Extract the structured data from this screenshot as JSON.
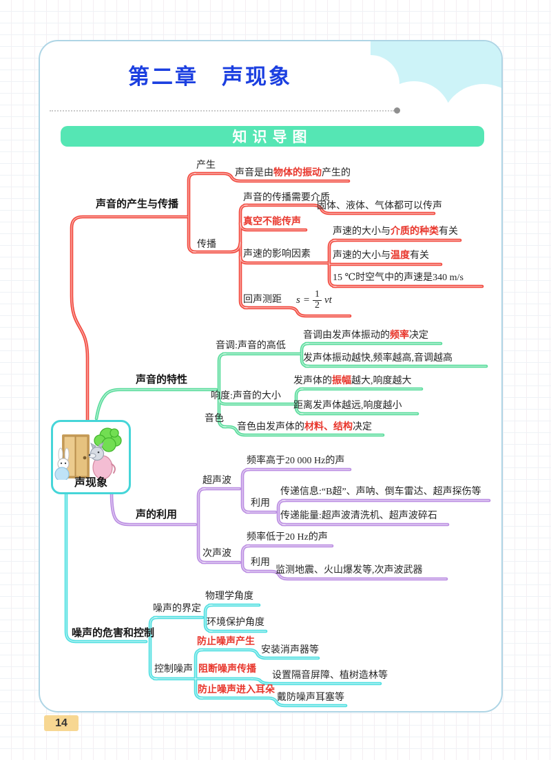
{
  "header": {
    "chapter_title": "第二章　声现象",
    "section_banner": "知识导图"
  },
  "page": {
    "number": "14"
  },
  "colors": {
    "title_blue": "#1b3fe0",
    "banner_green": "#55e6b4",
    "branch_red": "#f2483d",
    "branch_green": "#58dc9b",
    "branch_purple": "#bb8de2",
    "branch_cyan": "#4fdfe1",
    "highlight_red_text": "#e8352b"
  },
  "root": {
    "label": "声现象",
    "illustration": "wolf-knocking-rabbit-door-cartoon"
  },
  "b1": {
    "label": "声音的产生与传播",
    "chansheng": "产生",
    "leaf1": {
      "p1": "声音是由",
      "hl": "物体的振动",
      "p2": "产生的"
    },
    "chuanbo": "传播",
    "medium": "声音的传播需要介质",
    "medium_leaf": "固体、液体、气体都可以传声",
    "vacuum": "真空不能传声",
    "factors": "声速的影响因素",
    "f1": {
      "p1": "声速的大小与",
      "hl": "介质的种类",
      "p2": "有关"
    },
    "f2": {
      "p1": "声速的大小与",
      "hl": "温度",
      "p2": "有关"
    },
    "f3": "15 ℃时空气中的声速是340 m/s",
    "echo": "回声测距",
    "formula": {
      "lhs": "s",
      "eq": "=",
      "num": "1",
      "den": "2",
      "rhs": "vt"
    }
  },
  "b2": {
    "label": "声音的特性",
    "pitch": "音调:声音的高低",
    "pitch1": {
      "p1": "音调由发声体振动的",
      "hl": "频率",
      "p2": "决定"
    },
    "pitch2": "发声体振动越快,频率越高,音调越高",
    "loud": "响度:声音的大小",
    "loud1": {
      "p1": "发声体的",
      "hl": "振幅",
      "p2": "越大,响度越大"
    },
    "loud2": "距离发声体越远,响度越小",
    "timbre": "音色",
    "timbre1": {
      "p1": "音色由发声体的",
      "hl": "材料、结构",
      "p2": "决定"
    }
  },
  "b3": {
    "label": "声的利用",
    "ultra": "超声波",
    "ultra_def": "频率高于20 000 Hz的声",
    "use1": "利用",
    "info": "传递信息:“B超”、声呐、倒车雷达、超声探伤等",
    "energy": "传递能量:超声波清洗机、超声波碎石",
    "infra": "次声波",
    "infra_def": "频率低于20 Hz的声",
    "use2": "利用",
    "monitor": "监测地震、火山爆发等,次声波武器"
  },
  "b4": {
    "label": "噪声的危害和控制",
    "define": "噪声的界定",
    "physics": "物理学角度",
    "env": "环境保护角度",
    "control": "控制噪声",
    "c1": "防止噪声产生",
    "c1_leaf": "安装消声器等",
    "c2": "阻断噪声传播",
    "c2_leaf": "设置隔音屏障、植树造林等",
    "c3": "防止噪声进入耳朵",
    "c3_leaf": "戴防噪声耳塞等"
  }
}
